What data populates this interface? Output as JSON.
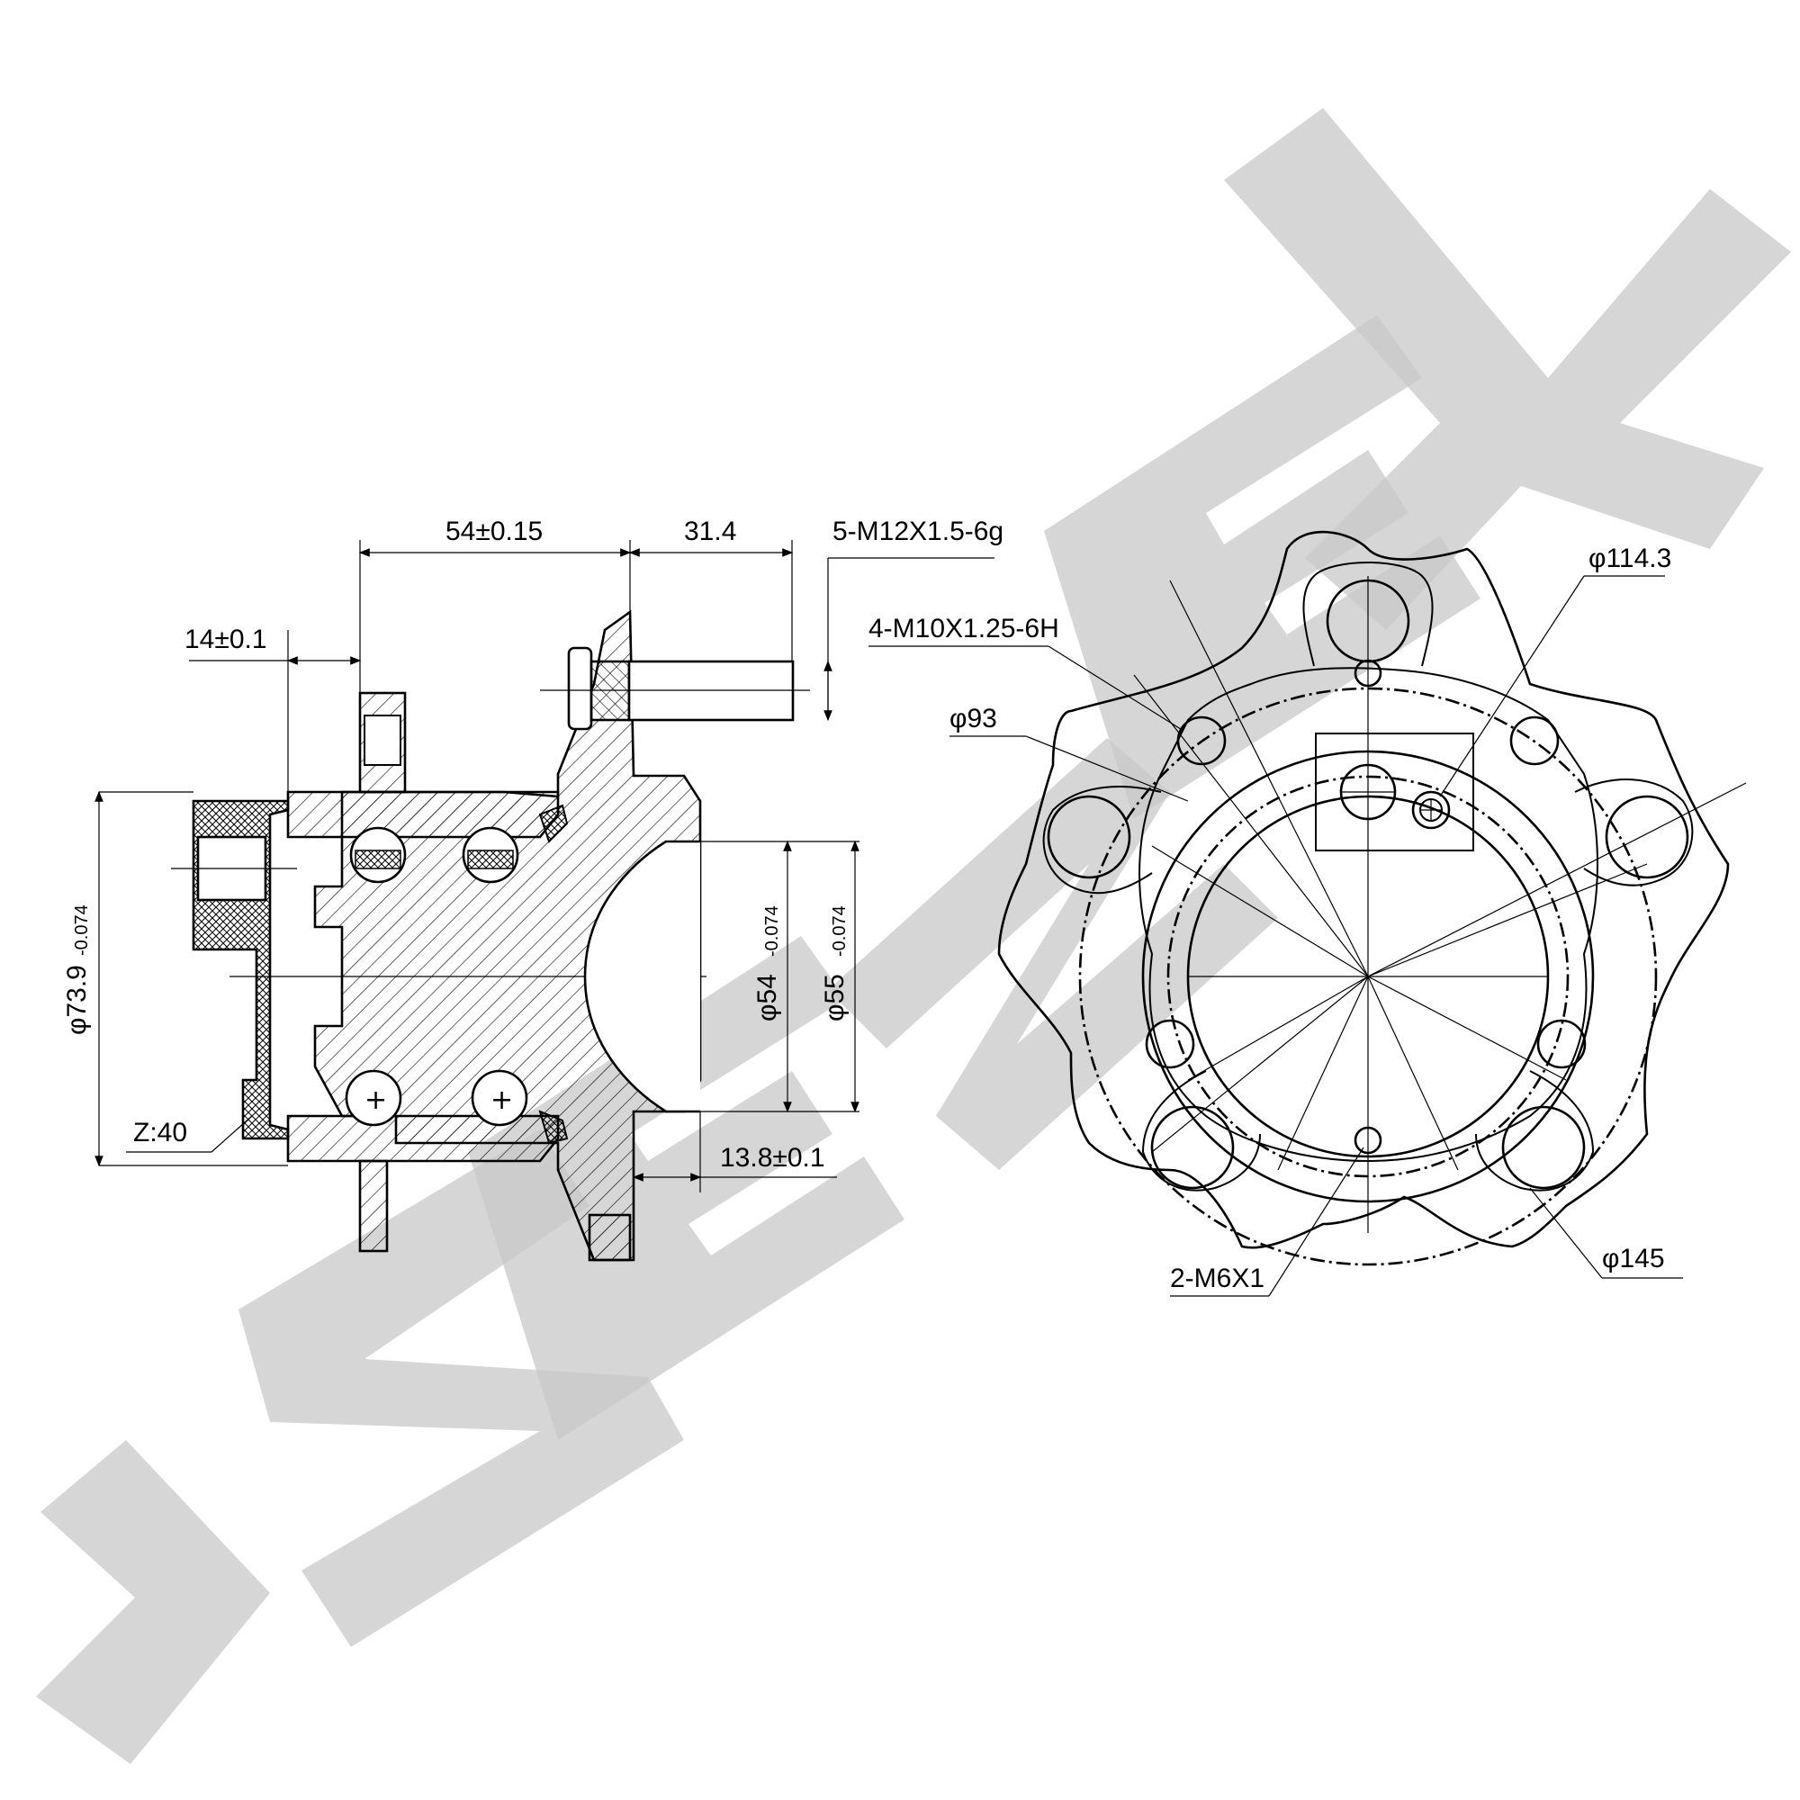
{
  "watermark": {
    "brand_color": "#c8c8c8"
  },
  "section_view": {
    "dimensions": {
      "flange_width": "54±0.15",
      "stud_length": "31.4",
      "stud_thread": "5-M12X1.5-6g",
      "inner_offset": "14±0.1",
      "outer_diameter_base": "φ73.9",
      "outer_diameter_tol": "-0.074",
      "pilot_diameter_base": "φ54",
      "pilot_diameter_tol": "-0.074",
      "spigot_diameter_base": "φ55",
      "spigot_diameter_tol": "-0.074",
      "abs_teeth": "Z:40",
      "flange_thickness": "13.8±0.1"
    }
  },
  "front_view": {
    "dimensions": {
      "pcd_outer": "φ114.3",
      "tapped_holes": "4-M10X1.25-6H",
      "pcd_inner": "φ93",
      "small_holes": "2-M6X1",
      "flange_diameter": "φ145"
    }
  }
}
